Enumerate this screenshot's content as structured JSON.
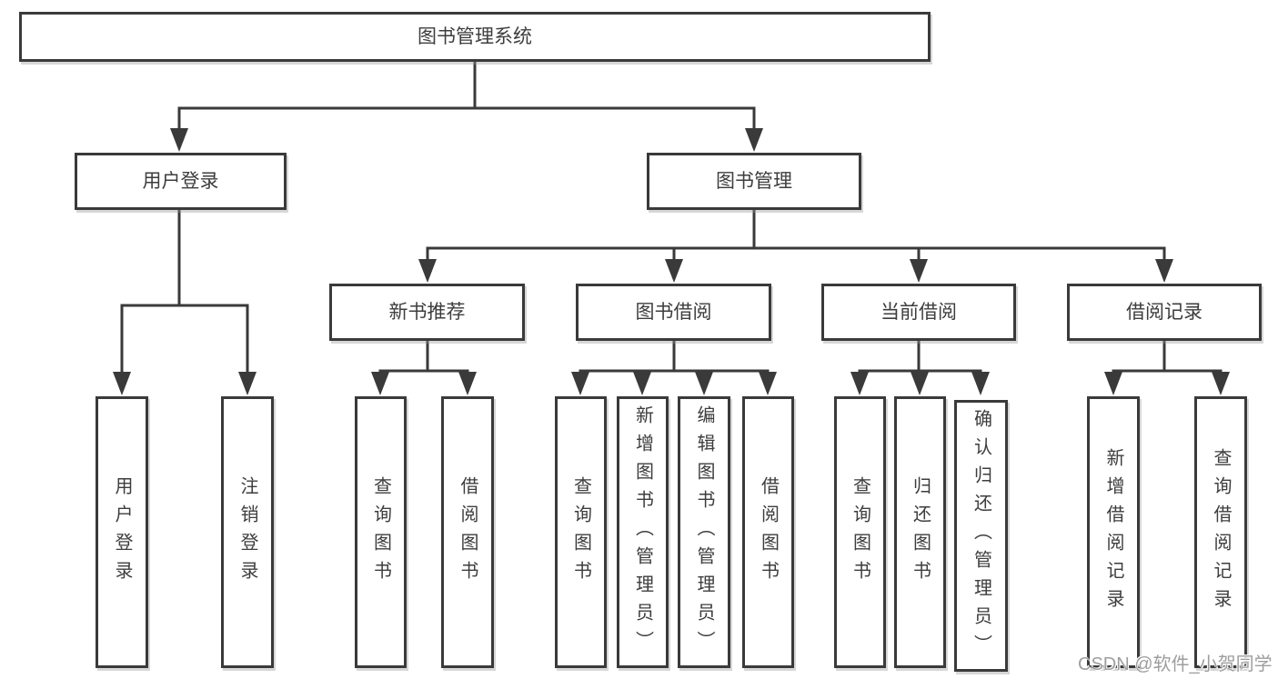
{
  "diagram": {
    "title": "图书管理系统",
    "root": {
      "label": "图书管理系统"
    },
    "branches": [
      {
        "label": "用户登录",
        "children": [
          {
            "label": "用户登录"
          },
          {
            "label": "注销登录"
          }
        ]
      },
      {
        "label": "图书管理",
        "groups": [
          {
            "label": "新书推荐",
            "children": [
              {
                "label": "查询图书"
              },
              {
                "label": "借阅图书"
              }
            ]
          },
          {
            "label": "图书借阅",
            "children": [
              {
                "label": "查询图书"
              },
              {
                "label": "新增图书（管理员）"
              },
              {
                "label": "编辑图书（管理员）"
              },
              {
                "label": "借阅图书"
              }
            ]
          },
          {
            "label": "当前借阅",
            "children": [
              {
                "label": "查询图书"
              },
              {
                "label": "归还图书"
              },
              {
                "label": "确认归还（管理员）"
              }
            ]
          },
          {
            "label": "借阅记录",
            "children": [
              {
                "label": "新增借阅记录"
              },
              {
                "label": "查询借阅记录"
              }
            ]
          }
        ]
      }
    ],
    "colors": {
      "line": "#3a3a3a",
      "box_border": "#3a3a3a",
      "text": "#3d3d3d",
      "background": "#ffffff"
    }
  },
  "watermark": {
    "text": "CSDN @软件_小贺同学",
    "color": "#9e9e9e"
  }
}
